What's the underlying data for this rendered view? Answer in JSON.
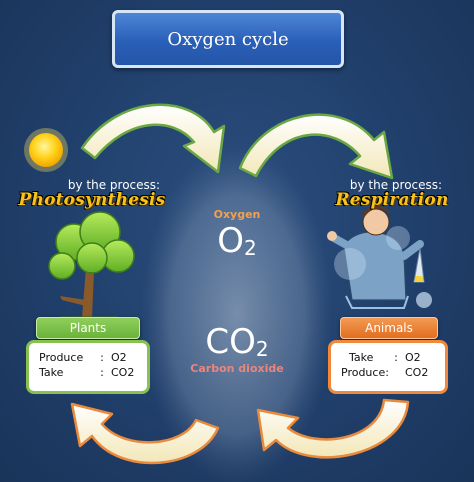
{
  "title": "Oxygen cycle",
  "left": {
    "by_process": "by the process:",
    "process": "Photosynthesis",
    "tag": "Plants",
    "rows": [
      {
        "key": "Produce",
        "sep": ":",
        "value": "O2"
      },
      {
        "key": "Take",
        "sep": ":",
        "value": "CO2"
      }
    ]
  },
  "right": {
    "by_process": "by the process:",
    "process": "Respiration",
    "tag": "Animals",
    "rows": [
      {
        "key": "Take",
        "sep": ":",
        "value": "O2"
      },
      {
        "key": "Produce:",
        "sep": "",
        "value": "CO2"
      }
    ]
  },
  "center": {
    "o2_name": "Oxygen",
    "o2_main": "O",
    "o2_sub": "2",
    "co2_main": "CO",
    "co2_sub": "2",
    "co2_name": "Carbon dioxide"
  },
  "colors": {
    "background": "#203f6b",
    "plants_green": "#6cb63e",
    "animals_orange": "#e87424",
    "process_gold": "#f7c21c",
    "arrow_fill": "#fff6d8",
    "arrow_outline": "#6aa843"
  }
}
